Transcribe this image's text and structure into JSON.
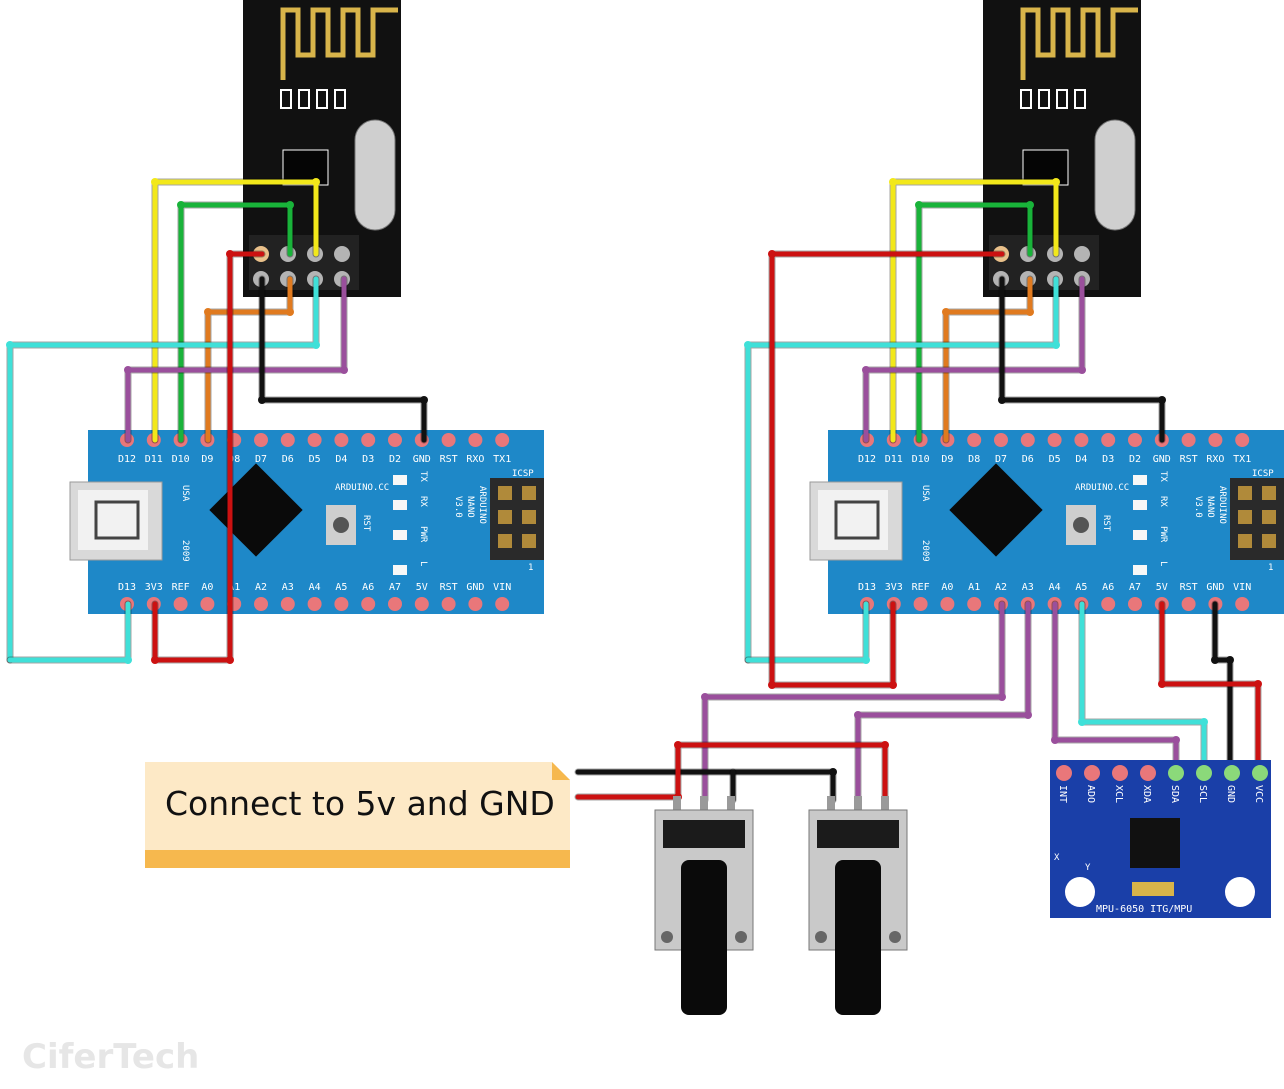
{
  "colors": {
    "board": "#1e88c8",
    "rf_module": "#111111",
    "antenna": "#d8b44a",
    "wire_yellow": "#f2e81a",
    "wire_green": "#19b33a",
    "wire_orange": "#e07a1f",
    "wire_red": "#cc1111",
    "wire_black": "#111111",
    "wire_cyan": "#3fe0d8",
    "wire_purple": "#9a4f9c",
    "note_bg": "#fde9c6",
    "note_bar": "#f6b84e",
    "mpu_board": "#1a3fa8"
  },
  "nano_top_pins": [
    "D12",
    "D11",
    "D10",
    "D9",
    "D8",
    "D7",
    "D6",
    "D5",
    "D4",
    "D3",
    "D2",
    "GND",
    "RST",
    "RXO",
    "TX1"
  ],
  "nano_bottom_pins": [
    "D13",
    "3V3",
    "REF",
    "A0",
    "A1",
    "A2",
    "A3",
    "A4",
    "A5",
    "A6",
    "A7",
    "5V",
    "RST",
    "GND",
    "VIN"
  ],
  "nano_labels": {
    "usa": "USA",
    "year": "2009",
    "arduino_cc": "ARDUINO.CC",
    "model_line1": "ARDUINO",
    "model_line2": "NANO",
    "model_line3": "V3.0",
    "rst": "RST",
    "tx": "TX",
    "rx": "RX",
    "pwr": "PWR",
    "l": "L",
    "icsp": "ICSP",
    "one": "1"
  },
  "mpu_pins": [
    "INT",
    "ADO",
    "XCL",
    "XDA",
    "SDA",
    "SCL",
    "GND",
    "VCC"
  ],
  "mpu_title": "MPU-6050 ITG/MPU",
  "mpu_axes": {
    "x": "X",
    "y": "Y"
  },
  "note": {
    "text": "Connect to 5v and GND"
  },
  "watermark": "CiferTech"
}
